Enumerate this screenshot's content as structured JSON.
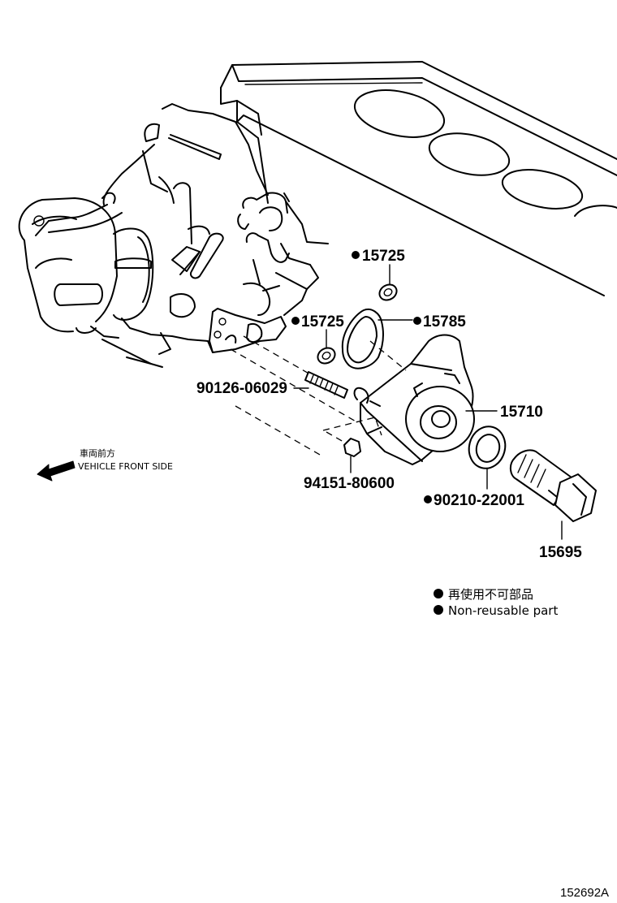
{
  "parts": [
    {
      "id": "p15725a",
      "number": "15725",
      "non_reusable": true
    },
    {
      "id": "p15725b",
      "number": "15725",
      "non_reusable": true
    },
    {
      "id": "p15785",
      "number": "15785",
      "non_reusable": true
    },
    {
      "id": "p15710",
      "number": "15710",
      "non_reusable": false
    },
    {
      "id": "p90126",
      "number": "90126-06029",
      "non_reusable": false
    },
    {
      "id": "p94151",
      "number": "94151-80600",
      "non_reusable": false
    },
    {
      "id": "p90210",
      "number": "90210-22001",
      "non_reusable": true
    },
    {
      "id": "p15695",
      "number": "15695",
      "non_reusable": false
    }
  ],
  "direction": {
    "label_jp": "車両前方",
    "label_en": "VEHICLE FRONT SIDE"
  },
  "legend": {
    "jp": "再使用不可部品",
    "en": "Non-reusable part"
  },
  "catalog_number": "152692A",
  "colors": {
    "ink": "#000000",
    "paper": "#ffffff"
  }
}
